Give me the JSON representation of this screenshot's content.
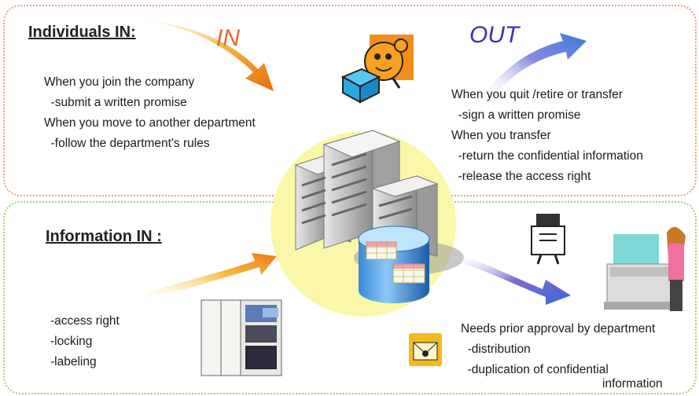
{
  "top_panel": {
    "heading": "Individuals IN:",
    "in_label": "IN",
    "out_label": "OUT",
    "in_lines": [
      "When you join the company",
      "  -submit a written promise",
      "When you move to another department",
      "  -follow the department's rules"
    ],
    "out_lines": [
      "When you quit /retire or transfer",
      "  -sign a written promise",
      "When you transfer",
      "  -return the confidential information",
      "  -release the access right"
    ]
  },
  "bottom_panel": {
    "heading": "Information IN :",
    "in_lines": [
      "-access right",
      "-locking",
      "-labeling"
    ],
    "out_lines": [
      "Needs prior approval by department",
      "  -distribution",
      "  -duplication of confidential"
    ],
    "out_last": "information"
  },
  "colors": {
    "top_border": "#e8a07a",
    "bottom_border": "#a8cc70",
    "in_label": "#e8662a",
    "out_label": "#3b2fbf",
    "yellow_circle": "#fbf7a8"
  },
  "icons": [
    "arrow-in-icon",
    "arrow-out-icon",
    "person-with-box-icon",
    "server-database-icon",
    "cabinet-icon",
    "document-stamp-icon",
    "envelope-icon",
    "person-copier-icon"
  ]
}
